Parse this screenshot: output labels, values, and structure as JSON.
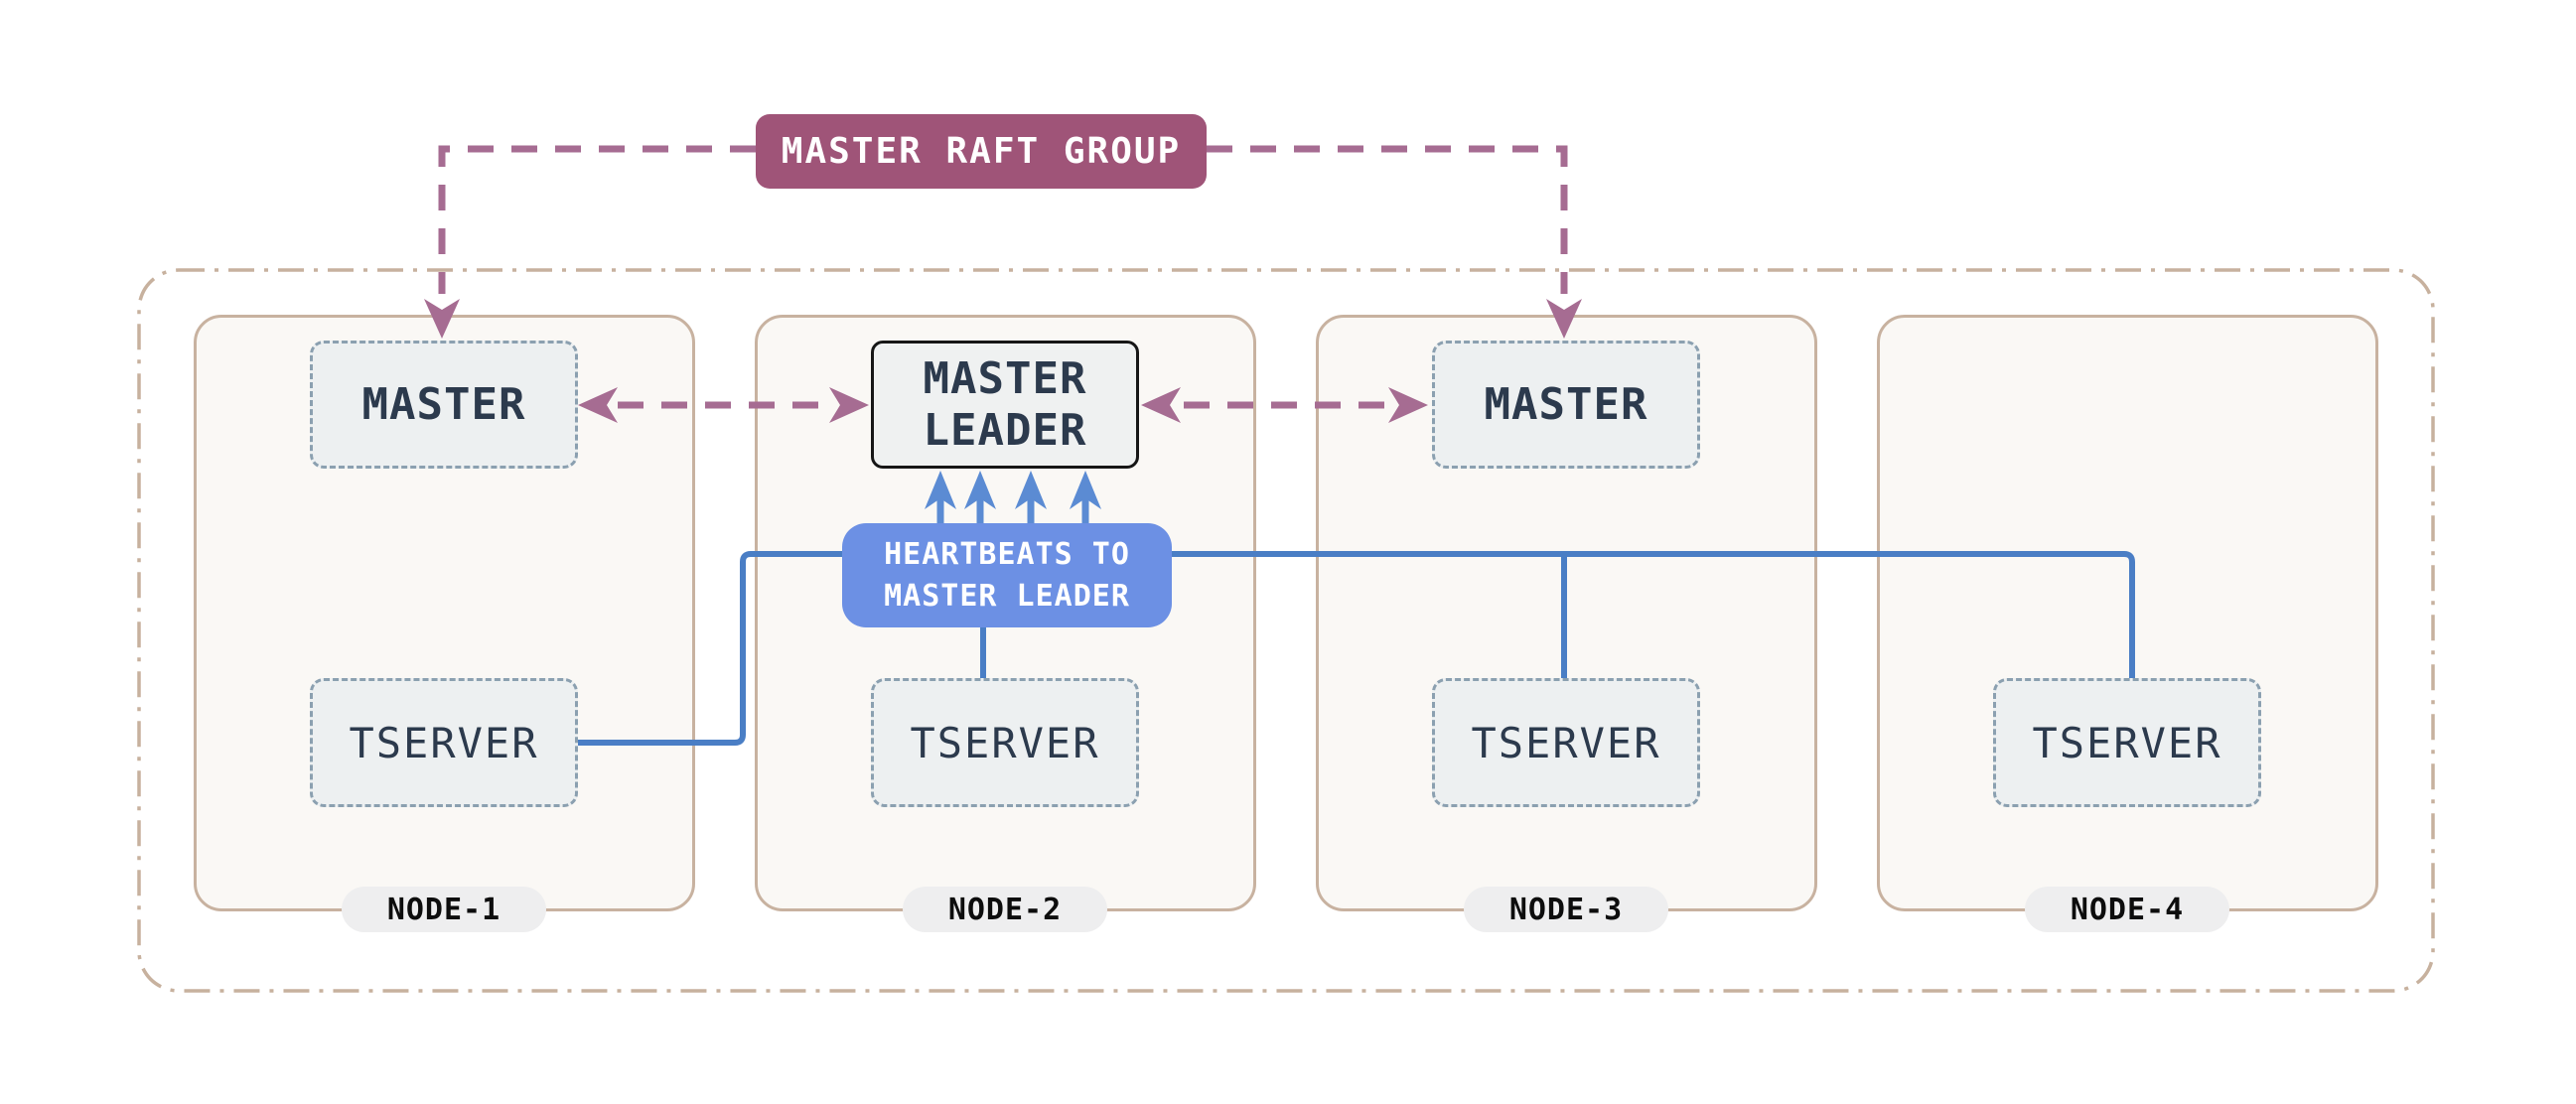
{
  "diagram": {
    "raft_group_label": "MASTER RAFT GROUP",
    "heartbeats_label": [
      "HEARTBEATS TO",
      "MASTER LEADER"
    ],
    "nodes": [
      {
        "name": "NODE-1",
        "master": "MASTER",
        "tserver": "TSERVER"
      },
      {
        "name": "NODE-2",
        "master_leader": [
          "MASTER",
          "LEADER"
        ],
        "tserver": "TSERVER"
      },
      {
        "name": "NODE-3",
        "master": "MASTER",
        "tserver": "TSERVER"
      },
      {
        "name": "NODE-4",
        "tserver": "TSERVER"
      }
    ],
    "colors": {
      "raft_banner_plum": "#9F5478",
      "raft_connector_plum": "#A66C92",
      "heartbeat_callout_blue": "#6C90E4",
      "heartbeat_line_blue": "#4A7EC5",
      "heartbeat_arrow_blue": "#5B8BD3",
      "node_border_tan": "#C8B2A0",
      "node_fill": "#FAF8F5",
      "cluster_boundary_tan": "#C7B19E",
      "component_fill": "#EDF0F1",
      "component_dashed_border": "#8BA0B0",
      "component_text_navy": "#2C3A4D"
    }
  }
}
